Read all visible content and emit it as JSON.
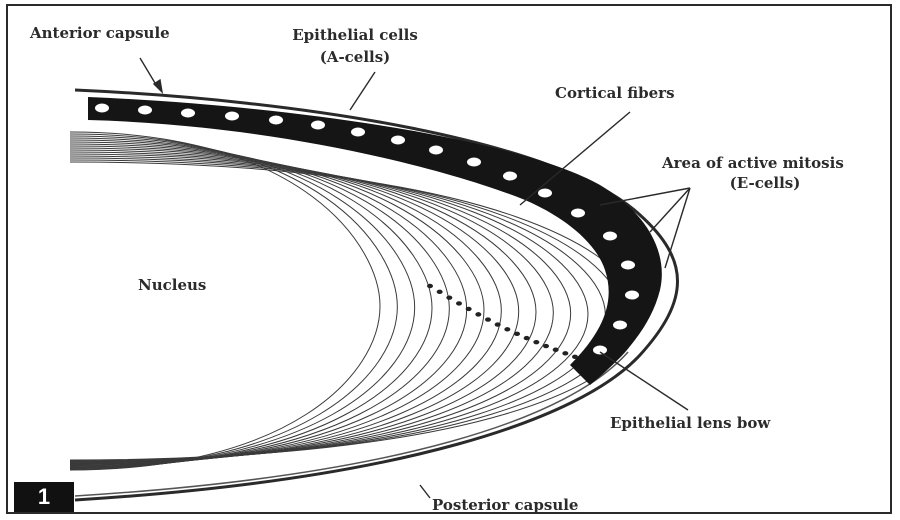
{
  "figure": {
    "number": "1",
    "labels": {
      "anterior_capsule": "Anterior capsule",
      "epithelial_cells_line1": "Epithelial cells",
      "epithelial_cells_line2": "(A-cells)",
      "cortical_fibers": "Cortical fibers",
      "active_mitosis_line1": "Area of active mitosis",
      "active_mitosis_line2": "(E-cells)",
      "nucleus": "Nucleus",
      "epithelial_lens_bow": "Epithelial lens bow",
      "posterior_capsule": "Posterior capsule"
    }
  },
  "colors": {
    "ink": "#2b2b2b",
    "epithelium": "#151515",
    "background": "#ffffff"
  }
}
